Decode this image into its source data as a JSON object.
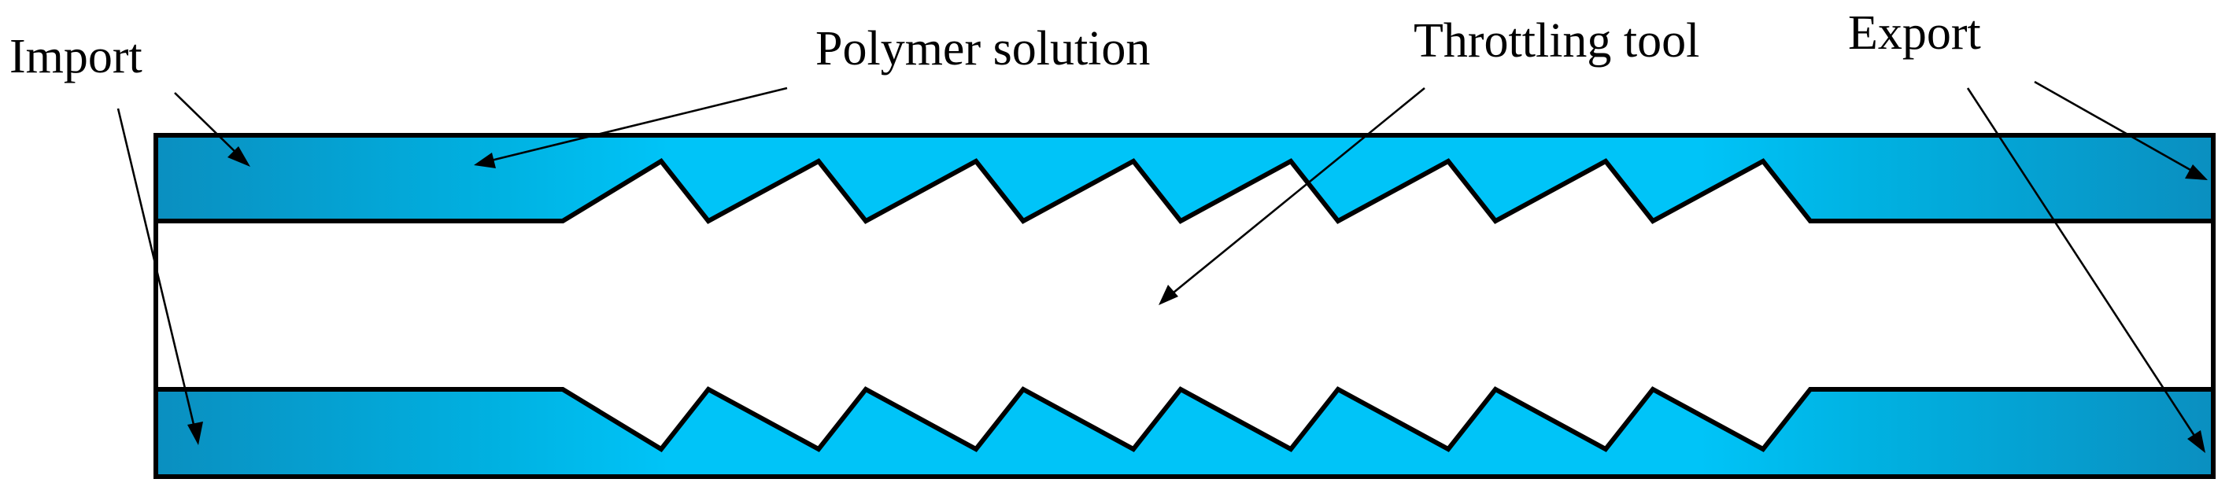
{
  "labels": {
    "import": "Import",
    "polymer_solution": "Polymer solution",
    "throttling_tool": "Throttling tool",
    "export": "Export"
  },
  "colors": {
    "channel_fill_dark": "#0A8FC0",
    "channel_fill_light": "#00C4F8",
    "outline": "#000000",
    "background": "#ffffff"
  }
}
